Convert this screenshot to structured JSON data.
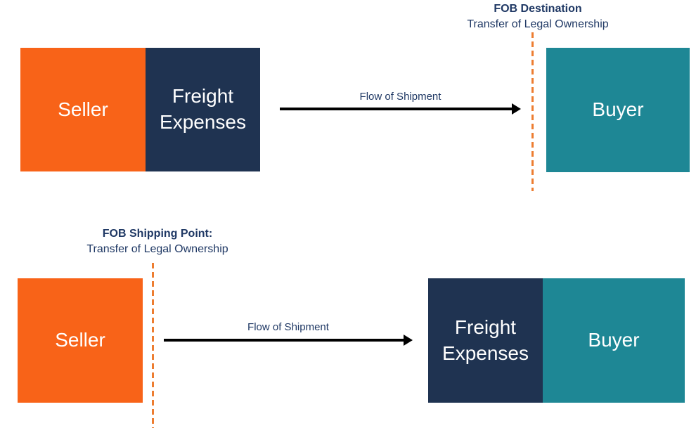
{
  "diagrams": {
    "fob_destination": {
      "title": "FOB Destination",
      "subtitle": "Transfer of Legal Ownership",
      "seller_label": "Seller",
      "freight_label": "Freight Expenses",
      "buyer_label": "Buyer",
      "arrow_label": "Flow of Shipment"
    },
    "fob_shipping_point": {
      "title": "FOB Shipping Point:",
      "subtitle": "Transfer of Legal Ownership",
      "seller_label": "Seller",
      "freight_label": "Freight Expenses",
      "buyer_label": "Buyer",
      "arrow_label": "Flow of Shipment"
    }
  },
  "colors": {
    "seller_orange": "#F86318",
    "freight_navy": "#1F3351",
    "buyer_teal": "#1E8795",
    "header_navy": "#1F3864",
    "dashed_orange": "#ED7D31",
    "arrow_black": "#000000"
  }
}
